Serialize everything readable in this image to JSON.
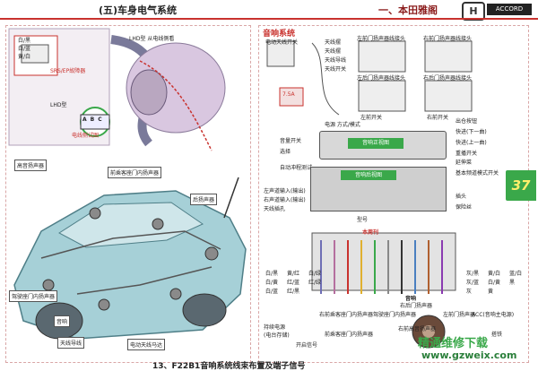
{
  "header": {
    "section_title": "(五)车身电气系统",
    "brand_title": "一、本田雅阁",
    "logo_letter": "H",
    "logo_model": "ACCORD"
  },
  "page_number": "37",
  "caption": "13、F22B1音响系统线束布置及端子信号",
  "audio_system_title": "音响系统",
  "left_diagram": {
    "inset_labels": {
      "lhd_side_box": "LHD型\n从电线侧看",
      "lhd": "LHD型",
      "wire_view": "电线侧试图",
      "terminals": [
        "A",
        "B",
        "C"
      ],
      "srs_note": "SRS/EP故障器",
      "inset_small": "白/黑\n白/蓝\n黄/白"
    },
    "callouts": {
      "high_speaker": "高音扬声器",
      "front_pass_door": "前乘客座门内扬声器",
      "rear_speaker": "后扬声器",
      "driver_door": "驾驶座门内扬声器",
      "audio": "音响",
      "antenna_lead": "天线导线",
      "power_antenna": "电动天线马达"
    }
  },
  "right_diagram": {
    "antenna_switch_box": "电动天线开关",
    "antenna_labels": [
      "天线摆",
      "天线摆",
      "天线导线",
      "天线开关"
    ],
    "connector_labels": {
      "left_rear": "左前门扬声器线接头",
      "right_rear": "右前门扬声器线接头",
      "left_front_door": "左后门扬声器线接头",
      "right_front_door": "右后门扬声器线接头",
      "left_switch": "左前开关",
      "right_switch": "右前开关"
    },
    "fuse": "7.5A",
    "radio_left_labels": [
      "电源 方式/模式",
      "音量开关",
      "选择",
      "自动冲程测试"
    ],
    "radio_right_labels": [
      "出仓按钮",
      "快进(下一曲)",
      "快进(上一曲)",
      "重播开关",
      "延伸菜",
      "基本频道模式开关"
    ],
    "radio_display1": "音响正视图",
    "radio_display2": "音响后视图",
    "rear_left_labels": [
      "左声道输入(输出)",
      "右声道输入(输出)",
      "天线插孔"
    ],
    "rear_right_labels": [
      "插头",
      "保险丝"
    ],
    "rear_bottom": "型号",
    "harness_title": "本周刊",
    "wire_colors_left": [
      "白/黑",
      "白/黄",
      "白/蓝",
      "黄/红",
      "红/蓝",
      "红/黑",
      "白/绿",
      "红/绿"
    ],
    "wire_colors_right": [
      "灰/黑",
      "灰/蓝",
      "灰",
      "黄/白",
      "白/黄",
      "黄",
      "蓝/白",
      "黑"
    ],
    "bottom_labels": [
      "持续电源\n(电台存储)",
      "开启信号",
      "右前乘客座门内扬声器",
      "前乘客座门内扬声器",
      "驾驶座门内扬声器",
      "右后门扬声器",
      "左前门扬声器",
      "ACC(音响主电源)",
      "搭铁"
    ],
    "tweeter_label": "右前高音扬声器",
    "audio_label": "音响",
    "watermark_main": "精通维修下载",
    "watermark_url": "www.gzweix.com"
  },
  "colors": {
    "accent_red": "#c9322e",
    "accent_green": "#3aa84a",
    "car_body": "#a6d0d7",
    "background": "#ffffff"
  }
}
